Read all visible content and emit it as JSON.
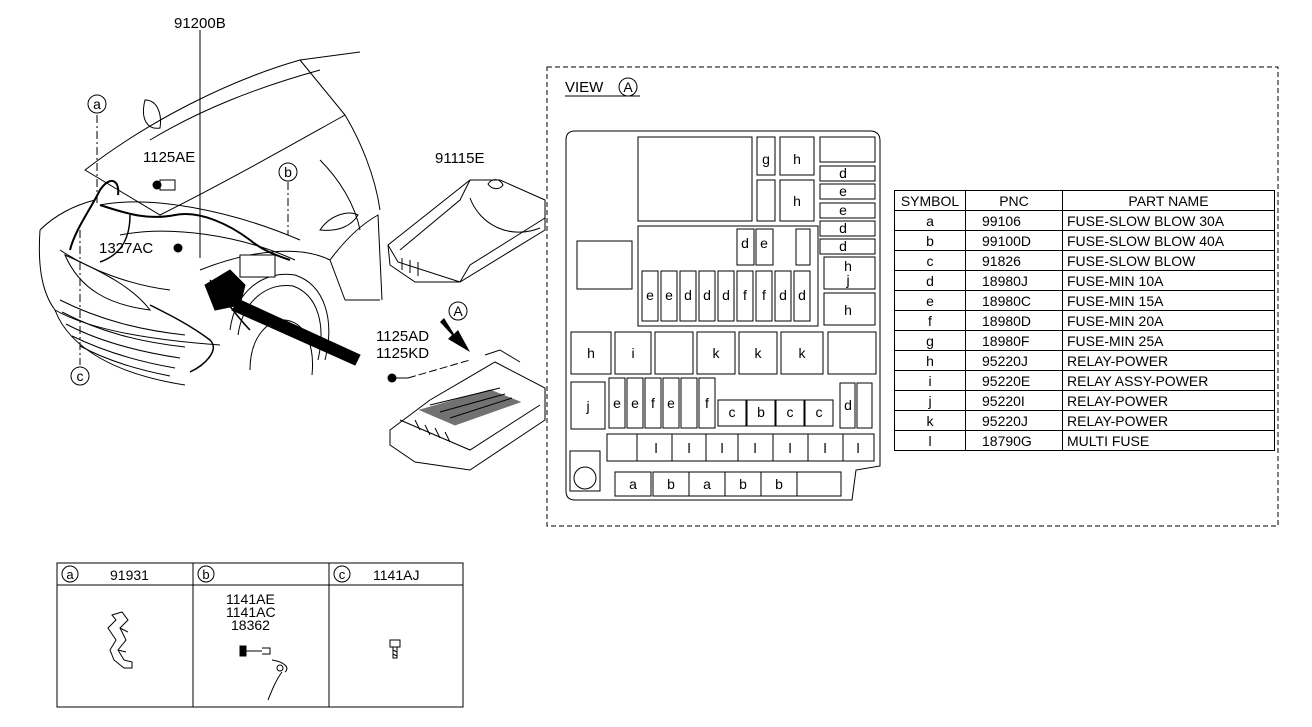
{
  "callouts": {
    "harness": "91200B",
    "bolt1": "1125AE",
    "nut": "1327AC",
    "cover": "91115E",
    "bolt2a": "1125AD",
    "bolt2b": "1125KD",
    "marker_a": "a",
    "marker_b": "b",
    "marker_c": "c",
    "marker_A": "A"
  },
  "view": {
    "label": "VIEW",
    "marker": "A"
  },
  "fuse_box_labels": {
    "g": "g",
    "h": "h",
    "d": "d",
    "e": "e",
    "f": "f",
    "i": "i",
    "j": "j",
    "k": "k",
    "c": "c",
    "a": "a",
    "b": "b",
    "l": "l"
  },
  "parts_table": {
    "headers": [
      "SYMBOL",
      "PNC",
      "PART NAME"
    ],
    "rows": [
      [
        "a",
        "99106",
        "FUSE-SLOW BLOW 30A"
      ],
      [
        "b",
        "99100D",
        "FUSE-SLOW BLOW 40A"
      ],
      [
        "c",
        "91826",
        "FUSE-SLOW BLOW"
      ],
      [
        "d",
        "18980J",
        "FUSE-MIN 10A"
      ],
      [
        "e",
        "18980C",
        "FUSE-MIN 15A"
      ],
      [
        "f",
        "18980D",
        "FUSE-MIN 20A"
      ],
      [
        "g",
        "18980F",
        "FUSE-MIN 25A"
      ],
      [
        "h",
        "95220J",
        "RELAY-POWER"
      ],
      [
        "i",
        "95220E",
        "RELAY ASSY-POWER"
      ],
      [
        "j",
        "95220I",
        "RELAY-POWER"
      ],
      [
        "k",
        "95220J",
        "RELAY-POWER"
      ],
      [
        "l",
        "18790G",
        "MULTI FUSE"
      ]
    ]
  },
  "legend": {
    "a_marker": "a",
    "a_pnc": "91931",
    "b_marker": "b",
    "b_pnc1": "1141AE",
    "b_pnc2": "1141AC",
    "b_pnc3": "18362",
    "c_marker": "c",
    "c_pnc": "1141AJ"
  }
}
